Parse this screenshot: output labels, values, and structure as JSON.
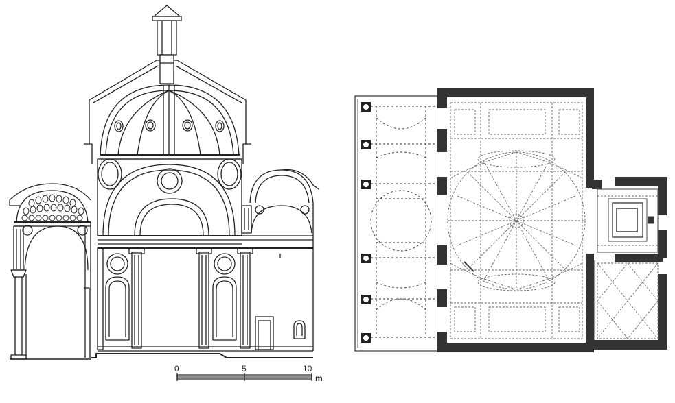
{
  "scale_bar": {
    "ticks": [
      "0",
      "5",
      "10"
    ],
    "unit": "m"
  }
}
